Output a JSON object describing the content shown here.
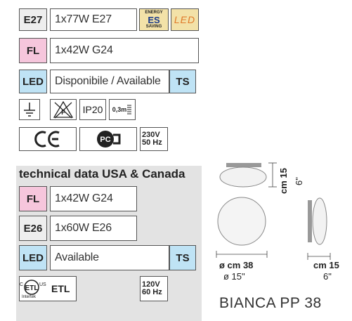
{
  "rows": [
    {
      "code": "E27",
      "value": "1x77W E27"
    },
    {
      "code": "FL",
      "value": "1x42W G24"
    },
    {
      "code": "LED",
      "value": "Disponibile / Available",
      "badge": "TS"
    }
  ],
  "badges": {
    "energy_top": "ENERGY",
    "energy_es": "ES",
    "energy_bottom": "SAVING",
    "led": "LED"
  },
  "symbols": {
    "ip": "IP20",
    "distance": "0,3m",
    "voltage_eu_top": "230V",
    "voltage_eu_bottom": "50 Hz"
  },
  "usa": {
    "heading": "technical data USA & Canada",
    "rows": [
      {
        "code": "FL",
        "value": "1x42W G24"
      },
      {
        "code": "E26",
        "value": "1x60W E26"
      },
      {
        "code": "LED",
        "value": "Available",
        "badge": "TS"
      }
    ],
    "etl_label": "ETL",
    "etl_c": "C",
    "etl_us": "US",
    "etl_brand": "Intertek",
    "voltage_top": "120V",
    "voltage_bottom": "60 Hz"
  },
  "dimensions": {
    "height_cm": "cm 15",
    "height_in": "6\"",
    "diameter_cm": "ø cm 38",
    "diameter_in": "ø 15\"",
    "depth_cm": "cm 15",
    "depth_in": "6\""
  },
  "product_name": "BIANCA PP 38",
  "colors": {
    "pink": "#f6c6dc",
    "blue": "#bfe3f5",
    "panel": "#e3e3e3",
    "energy": "#f3e2a8"
  }
}
